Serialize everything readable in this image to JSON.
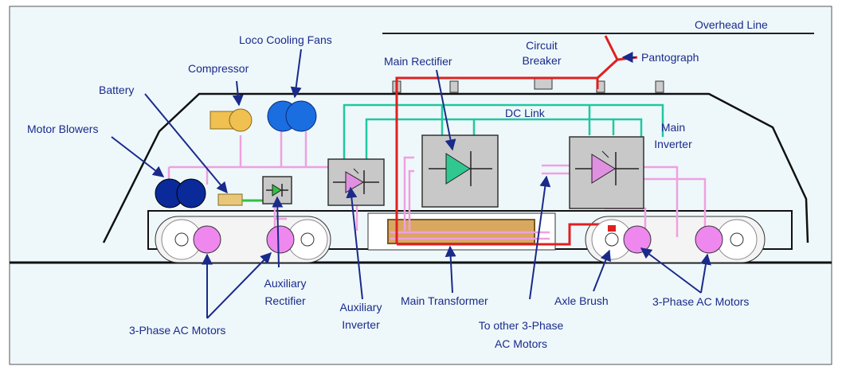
{
  "labels": {
    "overhead_line": "Overhead Line",
    "pantograph": "Pantograph",
    "circuit_breaker_1": "Circuit",
    "circuit_breaker_2": "Breaker",
    "main_rectifier": "Main Rectifier",
    "loco_cooling_fans": "Loco Cooling Fans",
    "compressor": "Compressor",
    "battery": "Battery",
    "motor_blowers": "Motor Blowers",
    "dc_link": "DC Link",
    "main_inverter_1": "Main",
    "main_inverter_2": "Inverter",
    "auxiliary_rectifier_1": "Auxiliary",
    "auxiliary_rectifier_2": "Rectifier",
    "auxiliary_inverter_1": "Auxiliary",
    "auxiliary_inverter_2": "Inverter",
    "main_transformer": "Main Transformer",
    "axle_brush": "Axle Brush",
    "motors_left": "3-Phase AC Motors",
    "motors_right": "3-Phase AC Motors",
    "other_motors_1": "To other 3-Phase",
    "other_motors_2": "AC Motors"
  },
  "colors": {
    "background": "#eef8fb",
    "label_text": "#1a2a8a",
    "arrow": "#1a2a8a",
    "power_line": "#e02020",
    "dc_link": "#20c8a0",
    "ac_wiring": "#f0a0e0",
    "motor": "#ee88ee",
    "blower": "#0a2a9a",
    "fan": "#1a6ee0",
    "compressor": "#f0c050",
    "component_box": "#c8c8c8",
    "diode_fill": "#e090e0",
    "main_rectifier_diode": "#30c890",
    "auxiliary_rectifier_diode": "#30c040",
    "transformer": "#d9a860"
  }
}
